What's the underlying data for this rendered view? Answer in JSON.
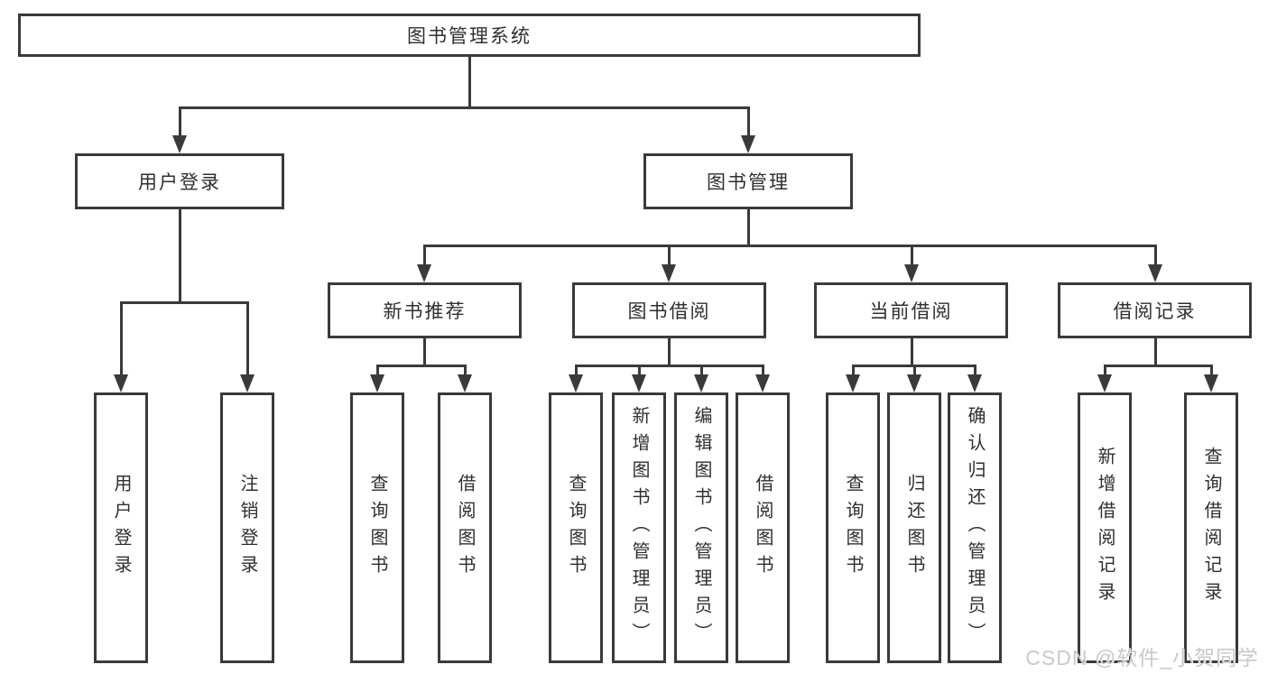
{
  "nodes": {
    "root": "图书管理系统",
    "login": "用户登录",
    "manage": "图书管理",
    "newbook": "新书推荐",
    "borrow": "图书借阅",
    "current": "当前借阅",
    "records": "借阅记录",
    "user_login": "用户登录",
    "logout": "注销登录",
    "nb_query": "查询图书",
    "nb_borrow": "借阅图书",
    "bw_query": "查询图书",
    "bw_add": "新增图书（管理员）",
    "bw_edit": "编辑图书（管理员）",
    "bw_borrow": "借阅图书",
    "cur_query": "查询图书",
    "cur_return": "归还图书",
    "cur_confirm": "确认归还（管理员）",
    "rec_add": "新增借阅记录",
    "rec_query": "查询借阅记录"
  },
  "watermark": "CSDN @软件_小贺同学",
  "colors": {
    "line": "#3a3a3a",
    "text": "#2f2f2f",
    "watermark": "#c9c9c9",
    "background": "#ffffff"
  }
}
